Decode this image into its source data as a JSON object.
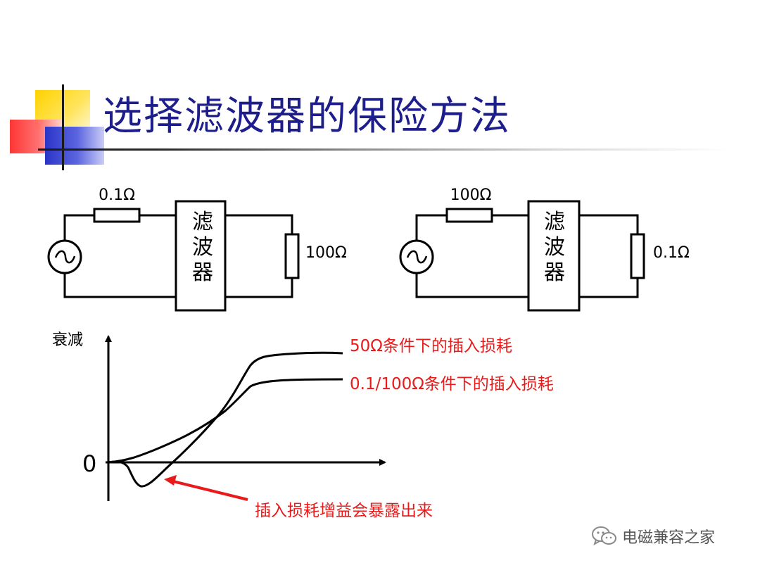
{
  "title": "选择滤波器的保险方法",
  "circuits": [
    {
      "source_resistor_label": "0.1Ω",
      "filter_label": [
        "滤",
        "波",
        "器"
      ],
      "load_resistor_label": "100Ω"
    },
    {
      "source_resistor_label": "100Ω",
      "filter_label": [
        "滤",
        "波",
        "器"
      ],
      "load_resistor_label": "0.1Ω"
    }
  ],
  "plot": {
    "y_axis_label": "衰减",
    "zero_label": "0",
    "curves": [
      {
        "label": "50Ω条件下的插入损耗"
      },
      {
        "label": "0.1/100Ω条件下的插入损耗"
      }
    ],
    "annotation": "插入损耗增益会暴露出来"
  },
  "colors": {
    "title": "#1d1d8c",
    "annotation": "#e81a1a",
    "line": "#000000"
  },
  "watermark": {
    "icon": "wechat-icon",
    "text": "电磁兼容之家"
  }
}
